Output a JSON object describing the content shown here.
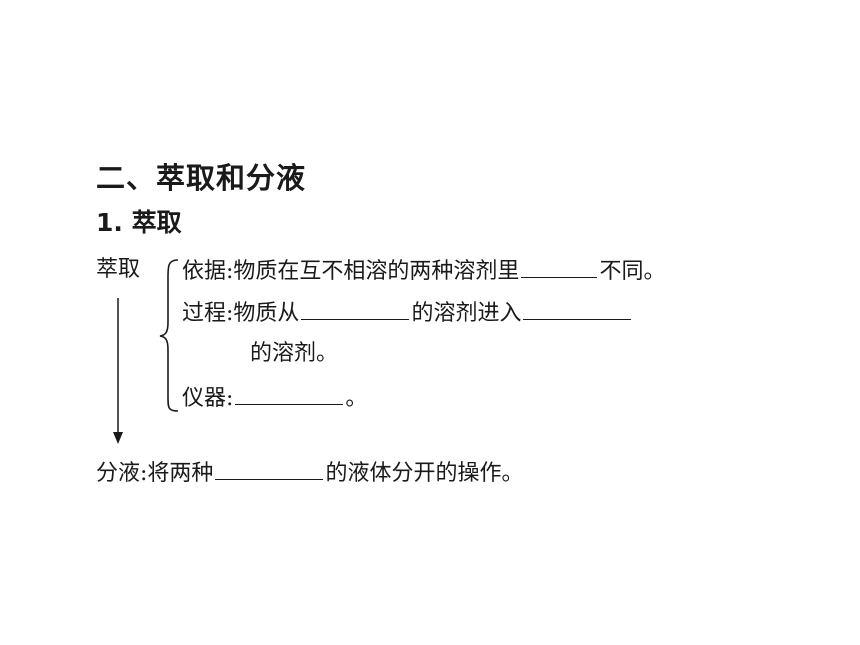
{
  "section_heading": "二、萃取和分液",
  "subsection_heading": "1. 萃取",
  "extraction_label": "萃取",
  "basis": {
    "label": "依据:",
    "text_before": "物质在互不相溶的两种溶剂里",
    "text_after": "不同。"
  },
  "process": {
    "label": "过程:",
    "text_part1": "物质从",
    "text_part2": "的溶剂进入",
    "text_part3": "的溶剂。"
  },
  "instrument": {
    "label": "仪器:",
    "text_after": "。"
  },
  "separation": {
    "label": "分液:",
    "text_before": "将两种",
    "text_after": "的液体分开的操作。"
  }
}
